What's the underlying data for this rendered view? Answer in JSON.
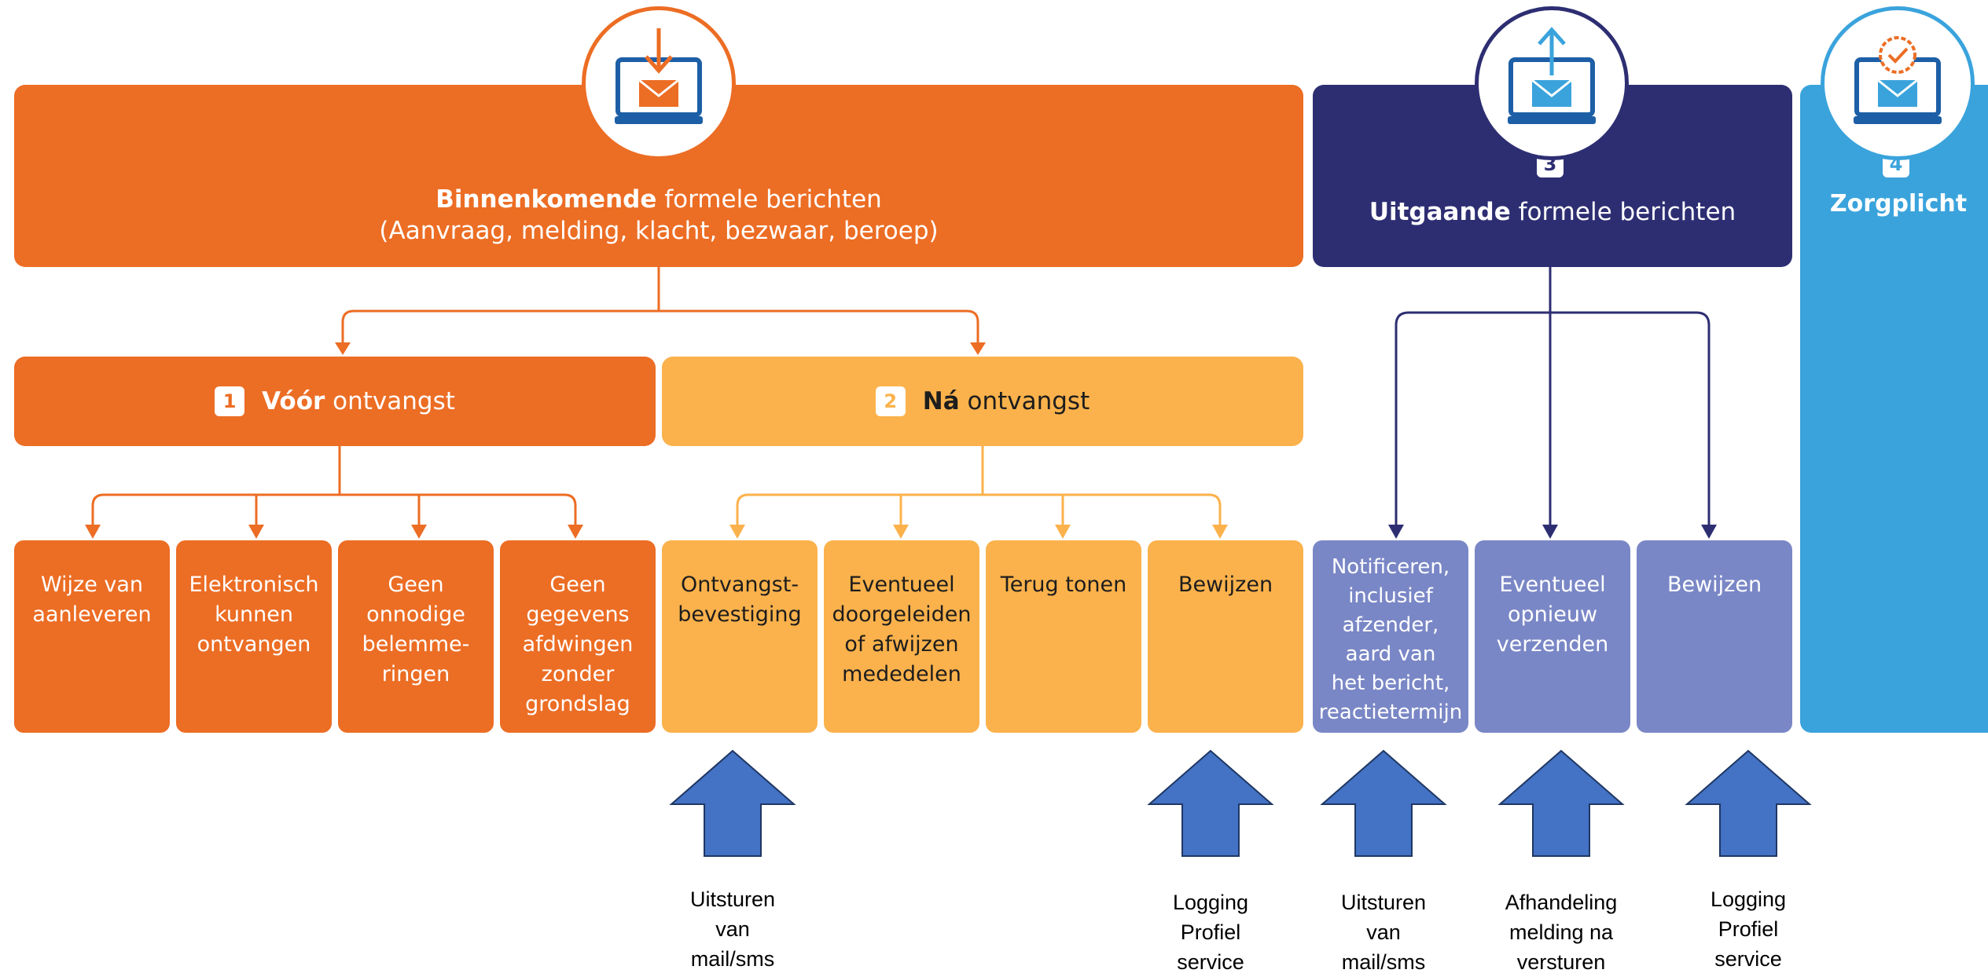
{
  "incoming": {
    "bold": "Binnenkomende",
    "rest": " formele berichten",
    "subtitle": "(Aanvraag, melding, klacht, bezwaar, beroep)"
  },
  "outgoing": {
    "bold": "Uitgaande",
    "rest": " formele berichten",
    "number": "3"
  },
  "duty": {
    "label": "Zorgplicht",
    "number": "4"
  },
  "before": {
    "number": "1",
    "bold": "Vóór",
    "rest": " ontvangst"
  },
  "after": {
    "number": "2",
    "bold": "Ná",
    "rest": " ontvangst"
  },
  "boxes": {
    "b1": [
      "Wijze van",
      "aanleveren"
    ],
    "b2": [
      "Elektronisch",
      "kunnen",
      "ontvangen"
    ],
    "b3": [
      "Geen",
      "onnodige",
      "belemme-",
      "ringen"
    ],
    "b4": [
      "Geen",
      "gegevens",
      "afdwingen",
      "zonder",
      "grondslag"
    ],
    "b5": [
      "Ontvangst-",
      "bevestiging"
    ],
    "b6": [
      "Eventueel",
      "doorgeleiden",
      "of afwijzen",
      "mededelen"
    ],
    "b7": [
      "Terug tonen"
    ],
    "b8": [
      "Bewijzen"
    ],
    "b9": [
      "Notificeren,",
      "inclusief",
      "afzender,",
      "aard van",
      "het bericht,",
      "reactietermijn"
    ],
    "b10": [
      "Eventueel",
      "opnieuw",
      "verzenden"
    ],
    "b11": [
      "Bewijzen"
    ]
  },
  "annotations": {
    "a1": [
      "Uitsturen",
      "van",
      "mail/sms"
    ],
    "a2": [
      "Logging",
      "Profiel",
      "service"
    ],
    "a3": [
      "Uitsturen",
      "van",
      "mail/sms"
    ],
    "a4": [
      "Afhandeling",
      "melding na",
      "versturen"
    ],
    "a5": [
      "Logging",
      "Profiel",
      "service"
    ]
  },
  "colors": {
    "orange": "#ec6d24",
    "light_orange": "#fbb24c",
    "navy": "#2d2e72",
    "lavender": "#7a87c6",
    "sky_blue": "#3aa3dc",
    "arrow_blue": "#4472c4"
  },
  "icons": {
    "incoming": "laptop-incoming-mail-icon",
    "outgoing": "laptop-outgoing-mail-icon",
    "duty": "laptop-certified-mail-icon",
    "annotation_arrow": "up-arrow-icon"
  }
}
